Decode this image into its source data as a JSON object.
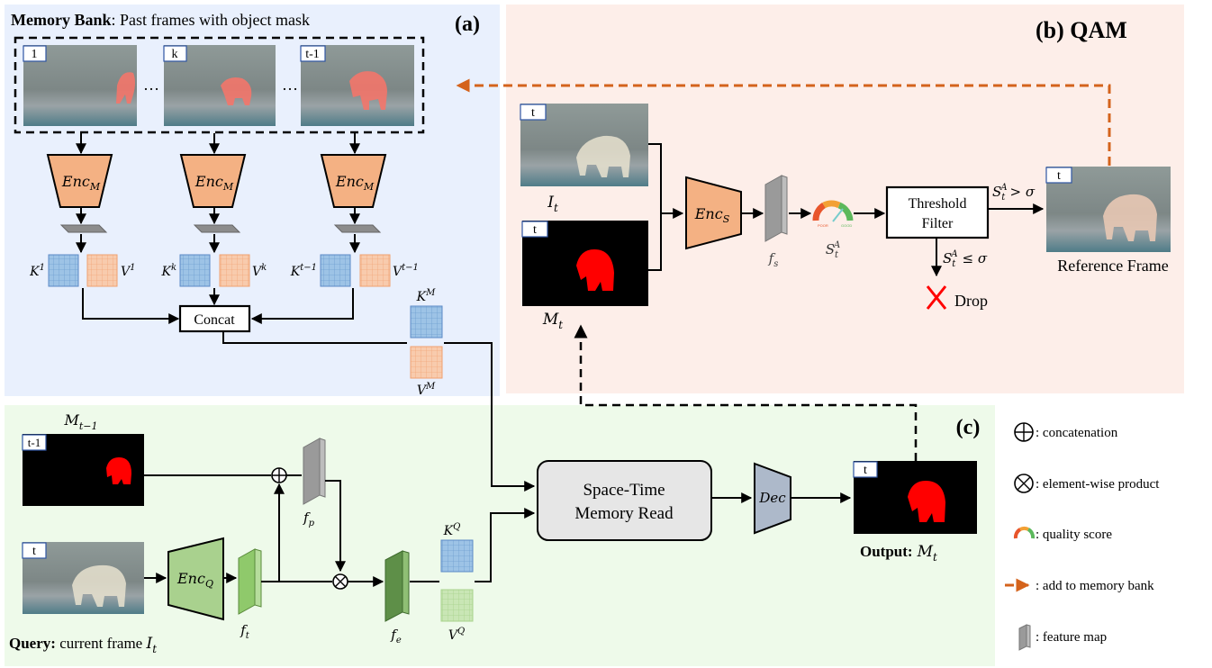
{
  "panel_a": {
    "title_bold": "Memory Bank",
    "title_rest": ": Past frames with object mask",
    "tag": "(a)",
    "frames": [
      {
        "label": "1"
      },
      {
        "label": "k"
      },
      {
        "label": "t-1"
      }
    ],
    "ellipsis": "…",
    "encoder": {
      "base": "Enc",
      "sub": "M"
    },
    "keys": [
      {
        "base": "K",
        "sup": "1"
      },
      {
        "base": "K",
        "sup": "k"
      },
      {
        "base": "K",
        "sup": "t−1"
      }
    ],
    "values": [
      {
        "base": "V",
        "sup": "1"
      },
      {
        "base": "V",
        "sup": "k"
      },
      {
        "base": "V",
        "sup": "t−1"
      }
    ],
    "concat": "Concat",
    "key_mem": {
      "base": "K",
      "sup": "M"
    },
    "value_mem": {
      "base": "V",
      "sup": "M"
    }
  },
  "panel_b": {
    "tag": "(b) QAM",
    "image_label": {
      "base": "I",
      "sub": "t"
    },
    "mask_label": {
      "base": "M",
      "sub": "t"
    },
    "frame_tag": "t",
    "encoder": {
      "base": "Enc",
      "sub": "S"
    },
    "feature": {
      "base": "f",
      "sub": "s"
    },
    "score": {
      "base": "S",
      "sub": "t",
      "sup": "A"
    },
    "gauge_poor": "POOR",
    "gauge_good": "GOOD",
    "threshold_line1": "Threshold",
    "threshold_line2": "Filter",
    "pass_condition": "> σ",
    "drop_condition": "≤ σ",
    "drop": "Drop",
    "reference": "Reference Frame"
  },
  "panel_c": {
    "tag": "(c)",
    "prev_mask_label": {
      "base": "M",
      "sub": "t−1"
    },
    "prev_tag": "t-1",
    "query_tag": "t",
    "query_bold": "Query:",
    "query_rest": " current frame ",
    "query_var": {
      "base": "I",
      "sub": "t"
    },
    "encoder": {
      "base": "Enc",
      "sub": "Q"
    },
    "ft": {
      "base": "f",
      "sub": "t"
    },
    "fp": {
      "base": "f",
      "sub": "p"
    },
    "fe": {
      "base": "f",
      "sub": "e"
    },
    "key_q": {
      "base": "K",
      "sup": "Q"
    },
    "value_q": {
      "base": "V",
      "sup": "Q"
    },
    "stm_line1": "Space-Time",
    "stm_line2": "Memory Read",
    "decoder": "Dec",
    "output_tag": "t",
    "output_bold": "Output:",
    "output_var": {
      "base": "M",
      "sub": "t"
    }
  },
  "legend": [
    {
      "icon": "circle-plus-icon",
      "text": ": concatenation"
    },
    {
      "icon": "circle-times-icon",
      "text": ": element-wise product"
    },
    {
      "icon": "gauge-icon",
      "text": ": quality score"
    },
    {
      "icon": "orange-dashed-arrow-icon",
      "text": ": add to memory bank"
    },
    {
      "icon": "feature-map-icon",
      "text": ": feature map"
    }
  ],
  "colors": {
    "panel_a_bg": "#e9f0fd",
    "panel_b_bg": "#fdeee9",
    "panel_c_bg": "#eefaea",
    "encoder_memory": "#f4b183",
    "encoder_query": "#a9d18e",
    "decoder": "#adb9ca",
    "key": "#9dc3e6",
    "value": "#f8cbad",
    "mask_red": "#ff0000",
    "memory_arrow": "#d4631c"
  }
}
